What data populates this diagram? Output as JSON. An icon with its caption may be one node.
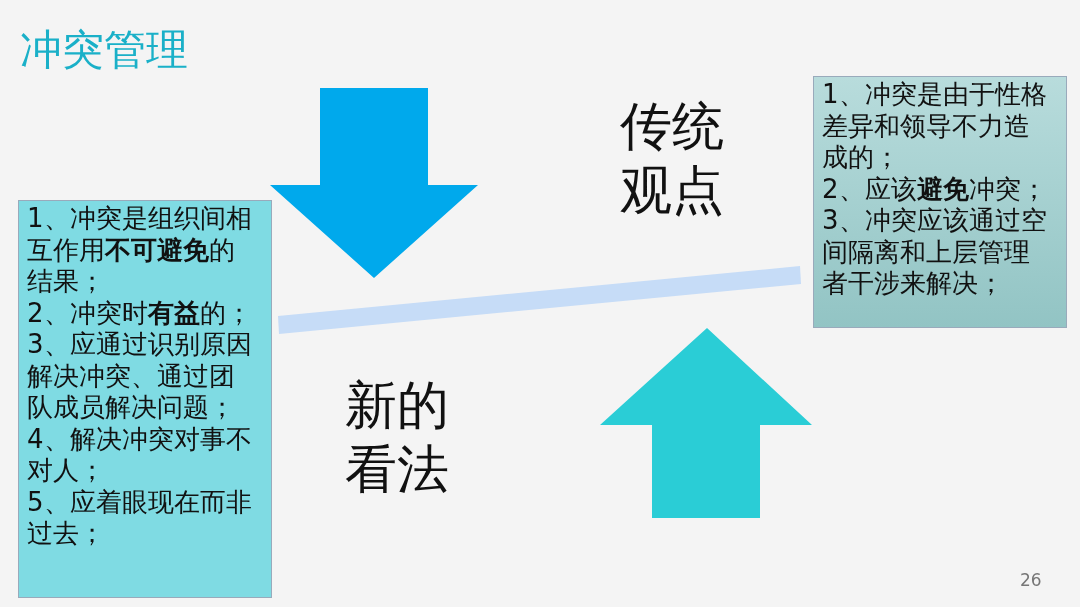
{
  "diagram": {
    "title": "冲突管理",
    "nodes": [
      {
        "text": [
          "1、冲突是组织间相互作用**不可避免**的结果；",
          "2、冲突时**有益**的；",
          "3、应通过识别原因解决冲突、通过团队成员解决问题；",
          "4、解决冲突对事不对人；",
          "5、应着眼现在而非过去；"
        ]
      },
      {
        "text": [
          "1、冲突是由于性格差异和领导不力造成的；",
          "2、应该**避免**冲突；",
          "3、冲突应该通过空间隔离和上层管理者干涉来解决；"
        ]
      }
    ],
    "labels": [
      "传统观点",
      "新的看法",
      "26"
    ]
  }
}
